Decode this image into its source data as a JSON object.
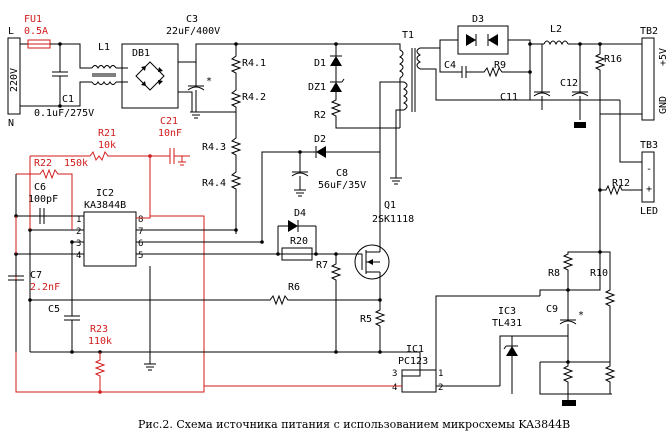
{
  "caption": "Рис.2. Схема источника питания с использованием микросхемы KA3844B",
  "terminals": {
    "l": "L",
    "n": "N",
    "input": "220V",
    "tb2": "TB2",
    "out_plus": "+5V",
    "gnd": "GND",
    "tb3": "TB3",
    "led": "LED",
    "plus": "+",
    "minus": "-"
  },
  "components": {
    "fu1": "FU1",
    "fu1_val": "0.5A",
    "c1": "C1",
    "c1_val": "0.1uF/275V",
    "l1": "L1",
    "db1": "DB1",
    "c3": "C3",
    "c3_val": "22uF/400V",
    "r41": "R4.1",
    "r42": "R4.2",
    "r43": "R4.3",
    "r44": "R4.4",
    "t1": "T1",
    "d1": "D1",
    "dz1": "DZ1",
    "r2": "R2",
    "d2": "D2",
    "c8": "C8",
    "c8_val": "56uF/35V",
    "d3": "D3",
    "c4": "C4",
    "r9": "R9",
    "l2": "L2",
    "c11": "C11",
    "c12": "C12",
    "r16": "R16",
    "r12": "R12",
    "r21": "R21",
    "r21_val": "10k",
    "c21": "C21",
    "c21_val": "10nF",
    "r22": "R22",
    "r22_val": "150k",
    "c6": "C6",
    "c6_val": "100pF",
    "ic2": "IC2",
    "ic2_val": "KA3844B",
    "c7": "C7",
    "c7_val": "2.2nF",
    "c5": "C5",
    "r23": "R23",
    "r23_val": "110k",
    "d4": "D4",
    "r20": "R20",
    "r7": "R7",
    "r6": "R6",
    "r5": "R5",
    "q1": "Q1",
    "q1_val": "2SK1118",
    "ic1": "IC1",
    "ic1_val": "PC123",
    "r8": "R8",
    "r10": "R10",
    "ic3": "IC3",
    "ic3_val": "TL431",
    "c9": "C9"
  },
  "pins": {
    "ic2_1": "1",
    "ic2_2": "2",
    "ic2_3": "3",
    "ic2_4": "4",
    "ic2_5": "5",
    "ic2_6": "6",
    "ic2_7": "7",
    "ic2_8": "8",
    "ic1_1": "1",
    "ic1_2": "2",
    "ic1_3": "3",
    "ic1_4": "4"
  },
  "colors": {
    "wire": "#000000",
    "highlight": "#d11a1a"
  }
}
